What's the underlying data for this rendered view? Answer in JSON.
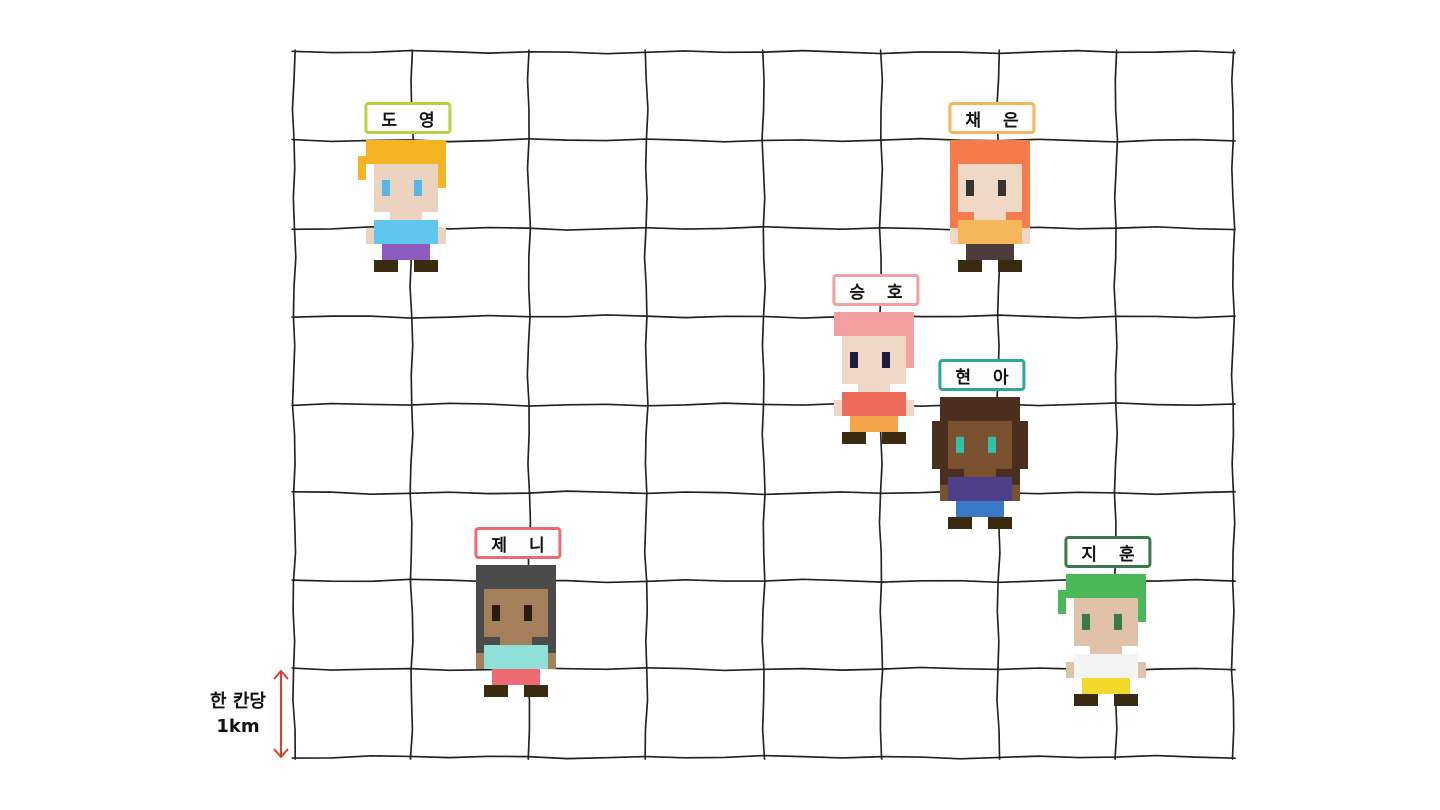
{
  "grid": {
    "columns": 8,
    "rows": 8,
    "line_color": "#222222"
  },
  "scale": {
    "label_line1": "한 칸당",
    "label_line2": "1km",
    "arrow_color": "#d9402b"
  },
  "characters": [
    {
      "name": "도 영",
      "tag_color": "#b5d43c",
      "hair": "#f5b424",
      "skin": "#ecd3c0",
      "eyes": "#55b8e8",
      "shirt": "#5ec6ef",
      "pants": "#8e5cc0",
      "shoes": "#3a2a10",
      "hair_style": "spiky"
    },
    {
      "name": "채 은",
      "tag_color": "#f6b65a",
      "hair": "#f47c4c",
      "skin": "#efd9c6",
      "eyes": "#333333",
      "shirt": "#f6b65a",
      "pants": "#4e3b3b",
      "shoes": "#3a2a10",
      "hair_style": "long"
    },
    {
      "name": "승 호",
      "tag_color": "#f4a0a0",
      "hair": "#f4a0a0",
      "skin": "#efd9c6",
      "eyes": "#1c1c3c",
      "shirt": "#ee6a5a",
      "pants": "#f6a64a",
      "shoes": "#3a2a10",
      "hair_style": "side"
    },
    {
      "name": "현 아",
      "tag_color": "#2aa89a",
      "hair": "#4a2e1e",
      "skin": "#7a5230",
      "eyes": "#2ec4a8",
      "shirt": "#4e3f8a",
      "pants": "#3a78c8",
      "shoes": "#3a2a10",
      "hair_style": "curly"
    },
    {
      "name": "제 니",
      "tag_color": "#ee6a72",
      "hair": "#4a4a4a",
      "skin": "#a6805a",
      "eyes": "#2a1a10",
      "shirt": "#8fe0d8",
      "pants": "#ee6a72",
      "shoes": "#3a2a10",
      "hair_style": "long"
    },
    {
      "name": "지 훈",
      "tag_color": "#3a7a4a",
      "hair": "#4ab858",
      "skin": "#dfc2a8",
      "eyes": "#3a7a4a",
      "shirt": "#f4f4f4",
      "pants": "#f4d82a",
      "shoes": "#3a2a10",
      "hair_style": "spiky"
    }
  ]
}
